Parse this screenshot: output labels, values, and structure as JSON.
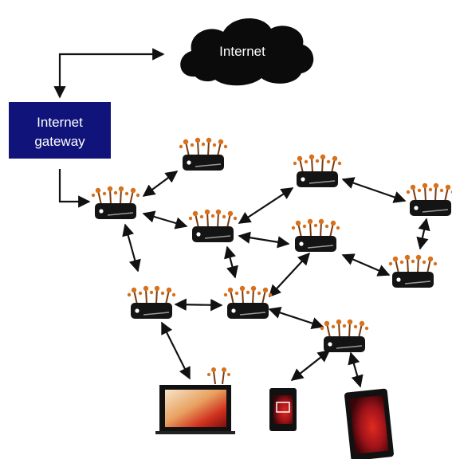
{
  "cloud": {
    "label": "Internet"
  },
  "gateway": {
    "label_line1": "Internet",
    "label_line2": "gateway"
  },
  "colors": {
    "cloud": "#0b0b0b",
    "gateway": "#10147a",
    "router": "#141414",
    "antenna_tip": "#d9701a",
    "antenna_stem": "#7a3a10",
    "arrow": "#111111",
    "screen_glow": "#c8281e"
  },
  "icons": {
    "router": "mesh-router-icon",
    "laptop": "laptop-icon",
    "phone": "smartphone-icon",
    "tablet": "tablet-icon"
  }
}
